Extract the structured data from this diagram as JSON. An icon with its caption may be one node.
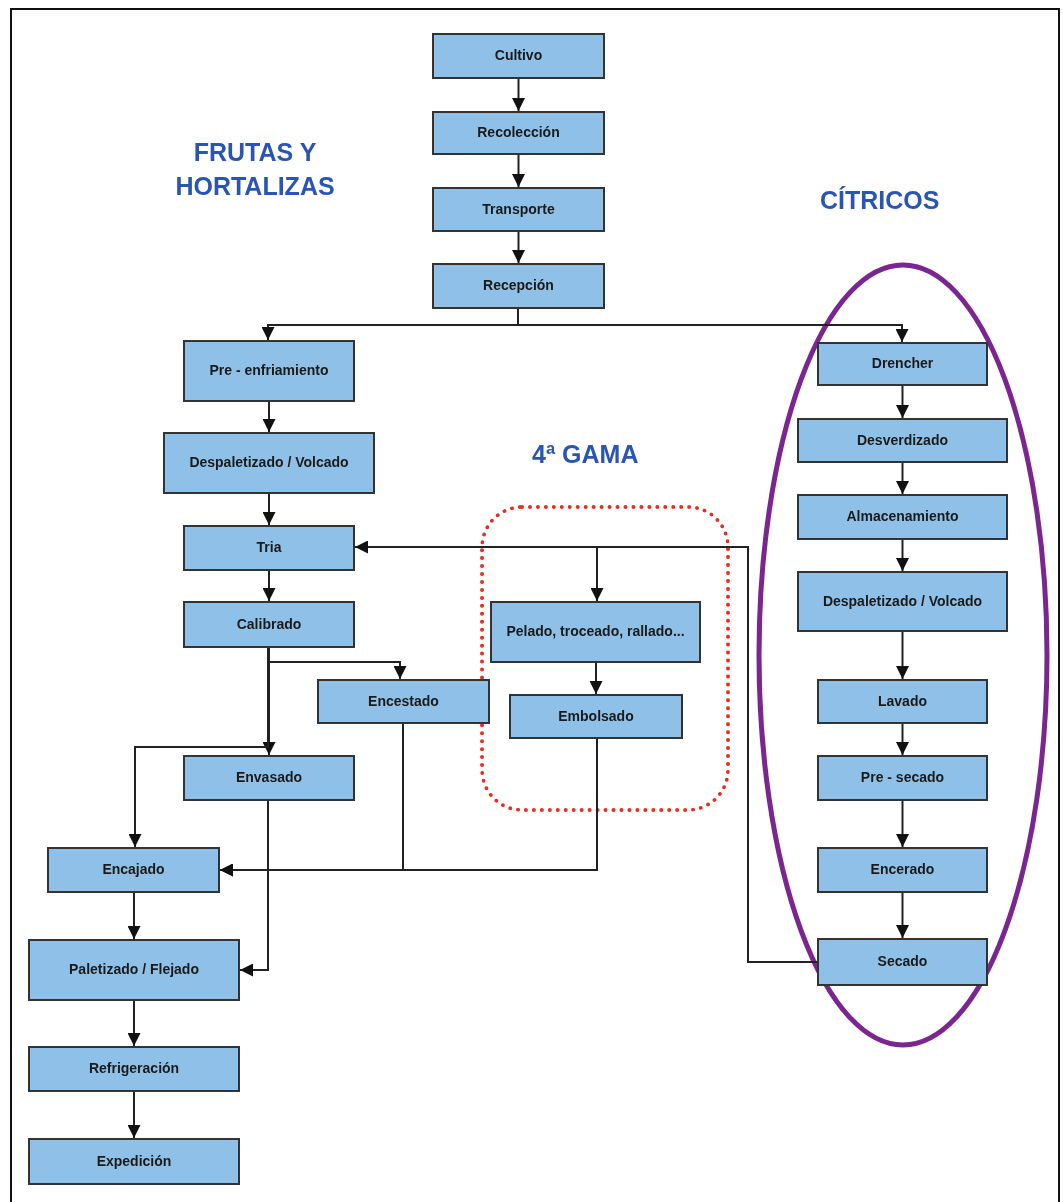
{
  "diagram": {
    "nodes": [
      {
        "text": [
          "Cultivo"
        ]
      },
      {
        "text": [
          "Recolección"
        ]
      },
      {
        "text": [
          "Transporte"
        ]
      },
      {
        "text": [
          "Recepción"
        ]
      },
      {
        "text": [
          "Pre - enfriamiento"
        ]
      },
      {
        "text": [
          "Despaletizado / Volcado"
        ]
      },
      {
        "text": [
          "Tria"
        ]
      },
      {
        "text": [
          "Calibrado"
        ]
      },
      {
        "text": [
          "Encestado"
        ]
      },
      {
        "text": [
          "Envasado"
        ]
      },
      {
        "text": [
          "Encajado"
        ]
      },
      {
        "text": [
          "Paletizado / Flejado"
        ]
      },
      {
        "text": [
          "Refrigeración"
        ]
      },
      {
        "text": [
          "Expedición"
        ]
      },
      {
        "text": [
          "4ª GAMA"
        ]
      },
      {
        "text": [
          "Pelado, troceado, rallado..."
        ],
        "in": 14
      },
      {
        "text": [
          "Embolsado"
        ],
        "in": 14
      },
      {
        "text": [
          "CÍTRICOS"
        ]
      },
      {
        "text": [
          "Drencher"
        ],
        "in": 17
      },
      {
        "text": [
          "Desverdizado"
        ],
        "in": 17
      },
      {
        "text": [
          "Almacenamiento"
        ],
        "in": 17
      },
      {
        "text": [
          "Despaletizado / Volcado"
        ],
        "in": 17
      },
      {
        "text": [
          "Lavado"
        ],
        "in": 17
      },
      {
        "text": [
          "Pre - secado"
        ],
        "in": 17
      },
      {
        "text": [
          "Encerado"
        ],
        "in": 17
      },
      {
        "text": [
          "Secado"
        ],
        "in": 17
      }
    ],
    "edges": [
      {
        "from": 0,
        "to": 1,
        "arrow": "to"
      },
      {
        "from": 1,
        "to": 2,
        "arrow": "to"
      },
      {
        "from": 2,
        "to": 3,
        "arrow": "to"
      },
      {
        "from": 3,
        "to": 4,
        "arrow": "to"
      },
      {
        "from": 3,
        "to": 18,
        "arrow": "to"
      },
      {
        "from": 4,
        "to": 5,
        "arrow": "to"
      },
      {
        "from": 5,
        "to": 6,
        "arrow": "to"
      },
      {
        "from": 6,
        "to": 7,
        "arrow": "to"
      },
      {
        "from": 7,
        "to": 8,
        "arrow": "to"
      },
      {
        "from": 7,
        "to": 9,
        "arrow": "to"
      },
      {
        "from": 7,
        "to": 10,
        "arrow": "to"
      },
      {
        "from": 9,
        "to": 11,
        "arrow": "to"
      },
      {
        "from": 8,
        "to": 10,
        "arrow": "to"
      },
      {
        "from": 16,
        "to": 10,
        "arrow": "to"
      },
      {
        "from": 25,
        "to": 6,
        "arrow": "to"
      },
      {
        "from": 25,
        "to": 15,
        "arrow": "to"
      },
      {
        "from": 15,
        "to": 16,
        "arrow": "to"
      },
      {
        "from": 10,
        "to": 11,
        "arrow": "to"
      },
      {
        "from": 11,
        "to": 12,
        "arrow": "to"
      },
      {
        "from": 12,
        "to": 13,
        "arrow": "to"
      },
      {
        "from": 18,
        "to": 19,
        "arrow": "to"
      },
      {
        "from": 19,
        "to": 20,
        "arrow": "to"
      },
      {
        "from": 20,
        "to": 21,
        "arrow": "to"
      },
      {
        "from": 21,
        "to": 22,
        "arrow": "to"
      },
      {
        "from": 22,
        "to": 23,
        "arrow": "to"
      },
      {
        "from": 23,
        "to": 24,
        "arrow": "to"
      },
      {
        "from": 24,
        "to": 25,
        "arrow": "to"
      }
    ],
    "labels": [
      "FRUTAS Y HORTALIZAS"
    ]
  }
}
